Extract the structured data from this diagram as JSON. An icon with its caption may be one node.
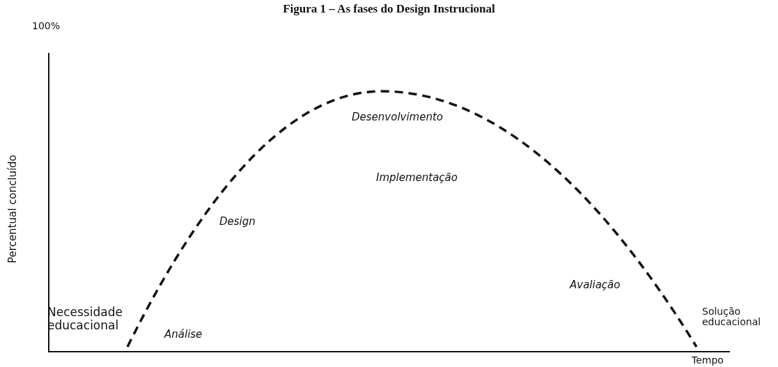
{
  "diagram": {
    "title": "Figura 1 – As fases do Design Instrucional",
    "labels": [
      "100%",
      "Percentual concluído",
      "Necessidade educacional",
      "Análise",
      "Design",
      "Desenvolvimento",
      "Implementação",
      "Avaliação",
      "Solução educacional",
      "Tempo"
    ]
  }
}
